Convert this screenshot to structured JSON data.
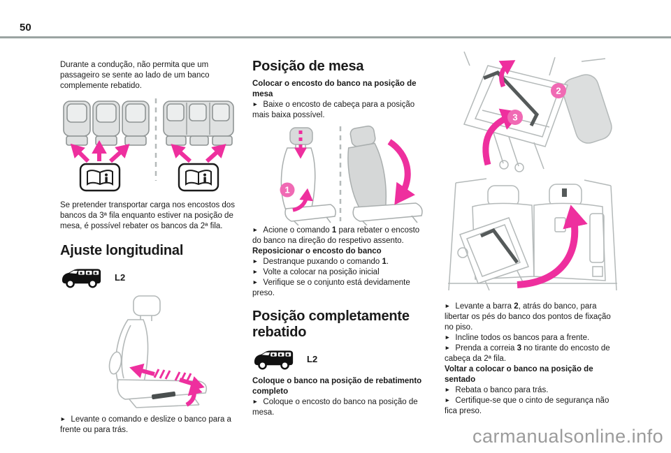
{
  "page": {
    "number": "50",
    "watermark": "carmanualsonline.info"
  },
  "bullet_char": "►",
  "colors": {
    "accent_pink": "#ee2f9e",
    "callout_pink": "#f06ab4",
    "rule_gray": "#9ba4a2",
    "illustration_gray": "#b0b5b5"
  },
  "callouts": {
    "one": "1",
    "two": "2",
    "three": "3"
  },
  "col1": {
    "intro": "Durante a condução, não permita que um passageiro se sente ao lado de um banco complemente rebatido.",
    "after_fig": "Se pretender transportar carga nos encostos dos bancos da 3ª fila enquanto estiver na posição de mesa, é possível rebater os bancos da 2ª fila.",
    "heading": "Ajuste longitudinal",
    "van_label": "L2",
    "b1": "Levante o comando e deslize o banco para a frente ou para trás."
  },
  "col2": {
    "heading": "Posição de mesa",
    "sub1": "Colocar o encosto do banco na posição de mesa",
    "b1": "Baixe o encosto de cabeça para a posição mais baixa possível.",
    "b2_pre": "Acione o comando ",
    "b2_num": "1",
    "b2_post": " para rebater o encosto do banco na direção do respetivo assento.",
    "sub2": "Reposicionar o encosto do banco",
    "b3_pre": "Destranque puxando o comando ",
    "b3_num": "1",
    "b3_post": ".",
    "b4": "Volte a colocar na posição inicial",
    "b5": "Verifique se o conjunto está devidamente preso.",
    "heading2": "Posição completamente rebatido",
    "van_label": "L2",
    "sub3": "Coloque o banco na posição de rebatimento completo",
    "b6": "Coloque o encosto do banco na posição de mesa."
  },
  "col3": {
    "b1_pre": "Levante a barra ",
    "b1_num": "2",
    "b1_post": ", atrás do banco, para libertar os pés do banco dos pontos de fixação no piso.",
    "b2": "Incline todos os bancos para a frente.",
    "b3_pre": "Prenda a correia ",
    "b3_num": "3",
    "b3_post": " no tirante do encosto de cabeça da 2ª fila.",
    "sub1": "Voltar a colocar o banco na posição de sentado",
    "b4": "Rebata o banco para trás.",
    "b5": "Certifique-se que o cinto de segurança não fica preso."
  }
}
